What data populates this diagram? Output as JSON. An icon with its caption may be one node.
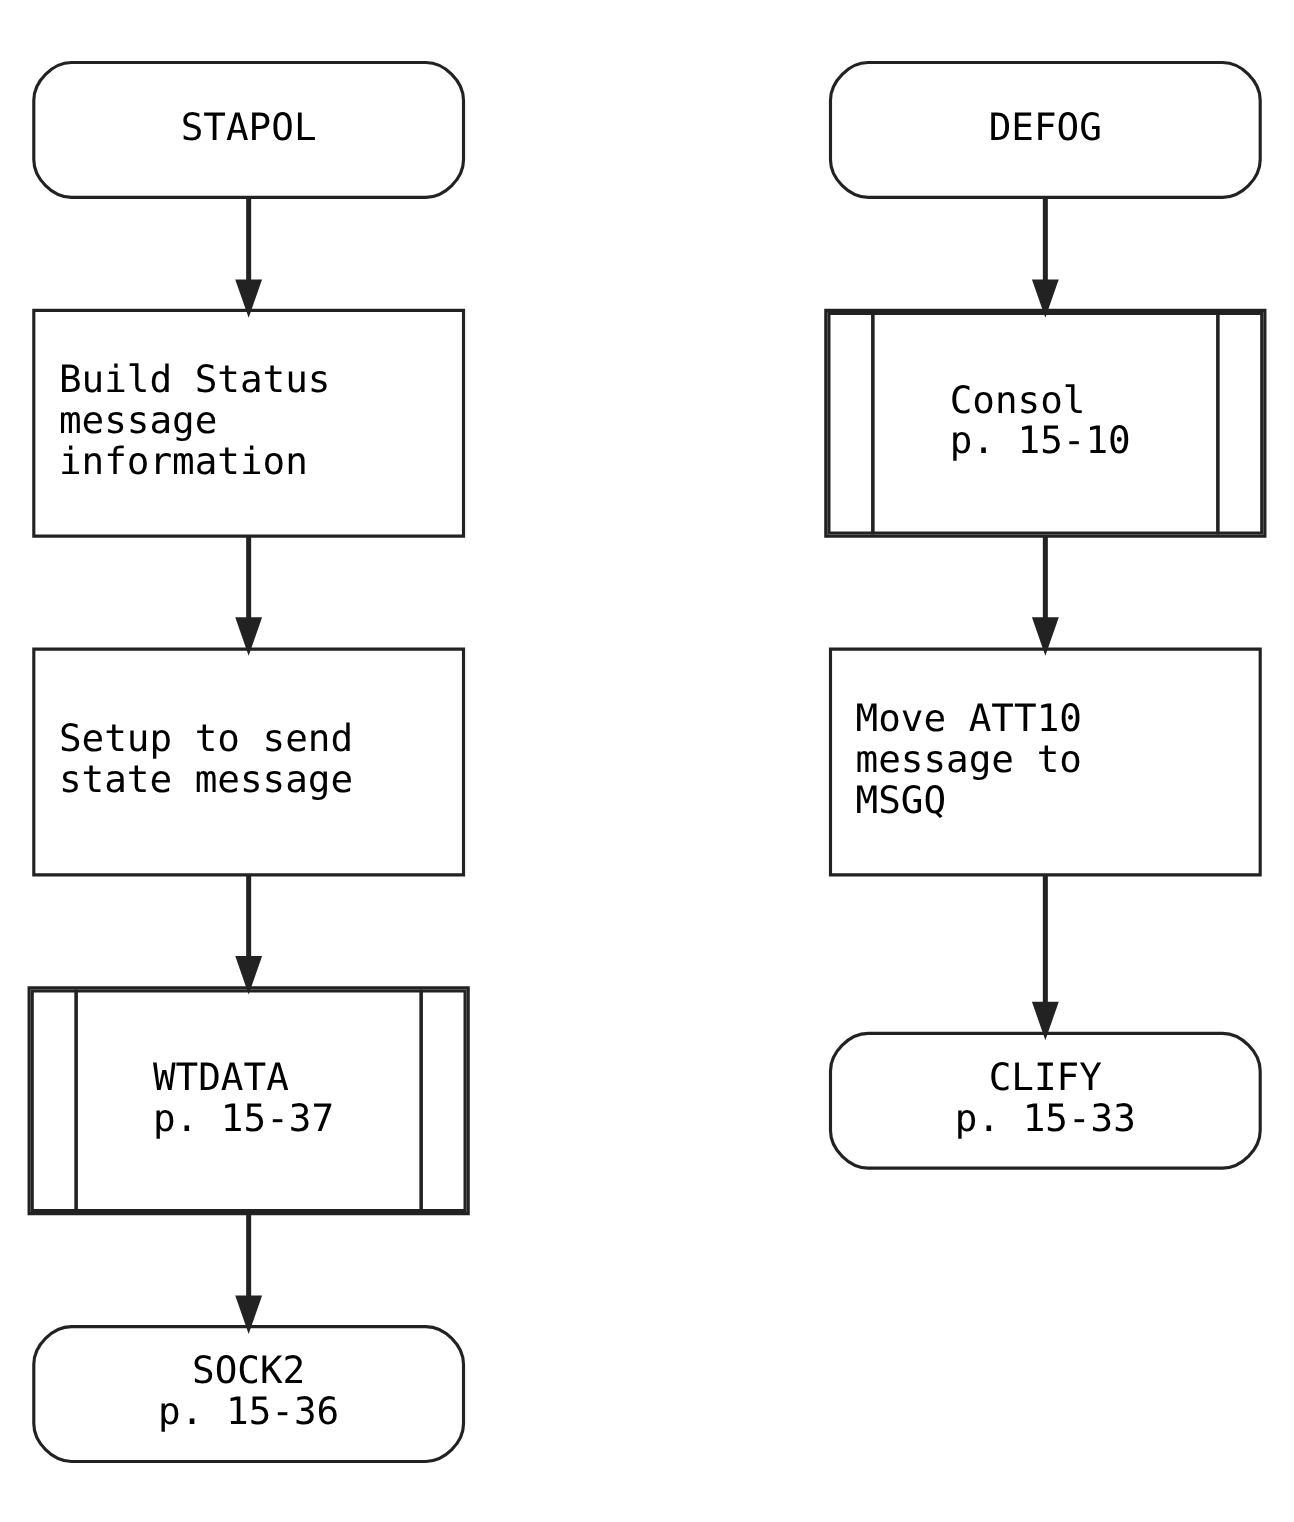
{
  "diagram": {
    "nodes": [
      {
        "text": [
          "STAPOL"
        ]
      },
      {
        "text": [
          "Build Status message information"
        ]
      },
      {
        "text": [
          "Setup to send state message"
        ]
      },
      {
        "text": [
          "WTDATA p. 15-37"
        ]
      },
      {
        "text": [
          "SOCK2 p. 15-36"
        ]
      },
      {
        "text": [
          "DEFOG"
        ]
      },
      {
        "text": [
          "Consol p. 15-10"
        ]
      },
      {
        "text": [
          "Move ATT10 message to MSGQ"
        ]
      },
      {
        "text": [
          "CLIFY p. 15-33"
        ]
      }
    ],
    "edges": [
      {
        "from": 0,
        "to": 1,
        "arrow": "to"
      },
      {
        "from": 1,
        "to": 2,
        "arrow": "to"
      },
      {
        "from": 2,
        "to": 3,
        "arrow": "to"
      },
      {
        "from": 3,
        "to": 4,
        "arrow": "to"
      },
      {
        "from": 5,
        "to": 6,
        "arrow": "to"
      },
      {
        "from": 6,
        "to": 7,
        "arrow": "to"
      },
      {
        "from": 7,
        "to": 8,
        "arrow": "to"
      }
    ]
  }
}
